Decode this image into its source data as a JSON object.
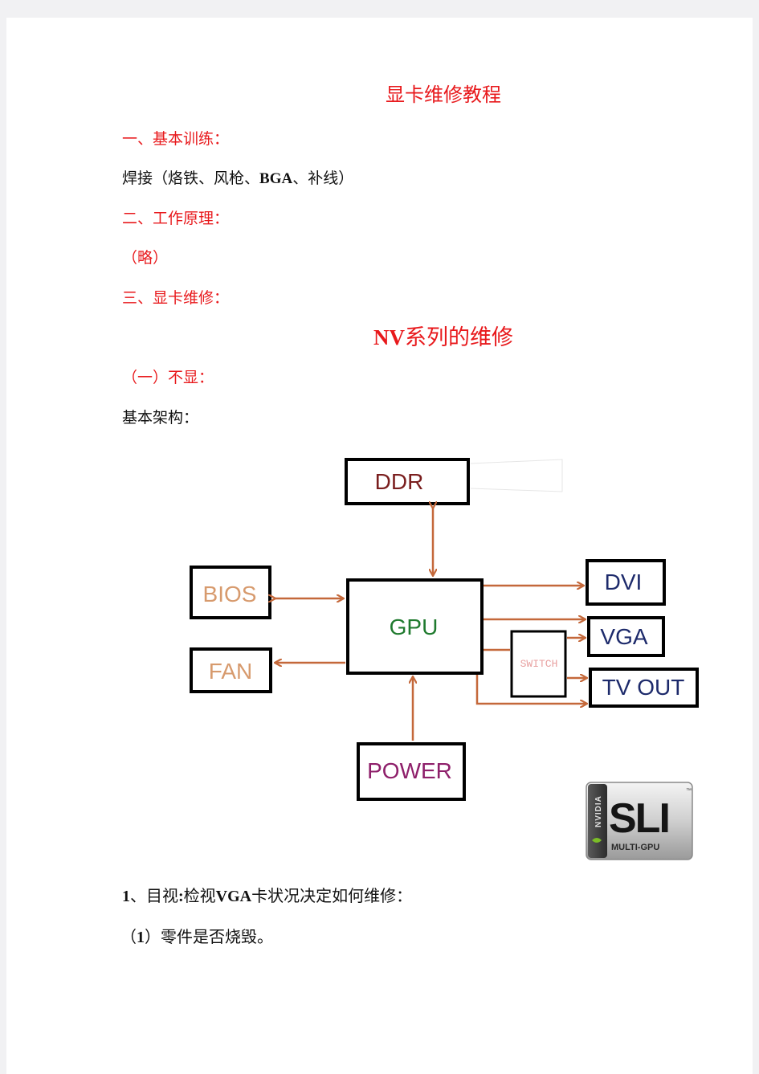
{
  "doc": {
    "title": "显卡维修教程",
    "section1": "一、基本训练：",
    "welding_prefix": "焊接（烙铁、风枪、",
    "welding_bga": "BGA",
    "welding_suffix": "、补线）",
    "section2": "二、工作原理：",
    "omitted": "（略）",
    "section3": "三、显卡维修：",
    "nv_series_latin": "NV",
    "nv_series_rest": "系列的维修",
    "sub1": "（一）不显：",
    "basic_arch": "基本架构：",
    "item1_num": "1",
    "item1_a": "、目视",
    "item1_colon": ":",
    "item1_b": "检视",
    "item1_vga": "VGA",
    "item1_c": "卡状况决定如何维修：",
    "item1_1_open": "（",
    "item1_1_num": "1",
    "item1_1_text": "）零件是否烧毁。"
  },
  "diagram": {
    "ddr": "DDR",
    "gpu": "GPU",
    "bios": "BIOS",
    "fan": "FAN",
    "power": "POWER",
    "switch": "SWITCH",
    "dvi": "DVI",
    "vga": "VGA",
    "tvout": "TV OUT",
    "colors": {
      "arrow": "#c4683a",
      "ddr": "#7a1e1e",
      "gpu": "#1f7a2e",
      "bios": "#d79a6d",
      "fan": "#d79a6d",
      "power": "#8e1f6a",
      "switch": "#e8a0a0",
      "outputs": "#1d2a6b"
    }
  },
  "logo": {
    "brand": "NVIDIA",
    "mark": "SLI",
    "caption": "MULTI-GPU"
  }
}
